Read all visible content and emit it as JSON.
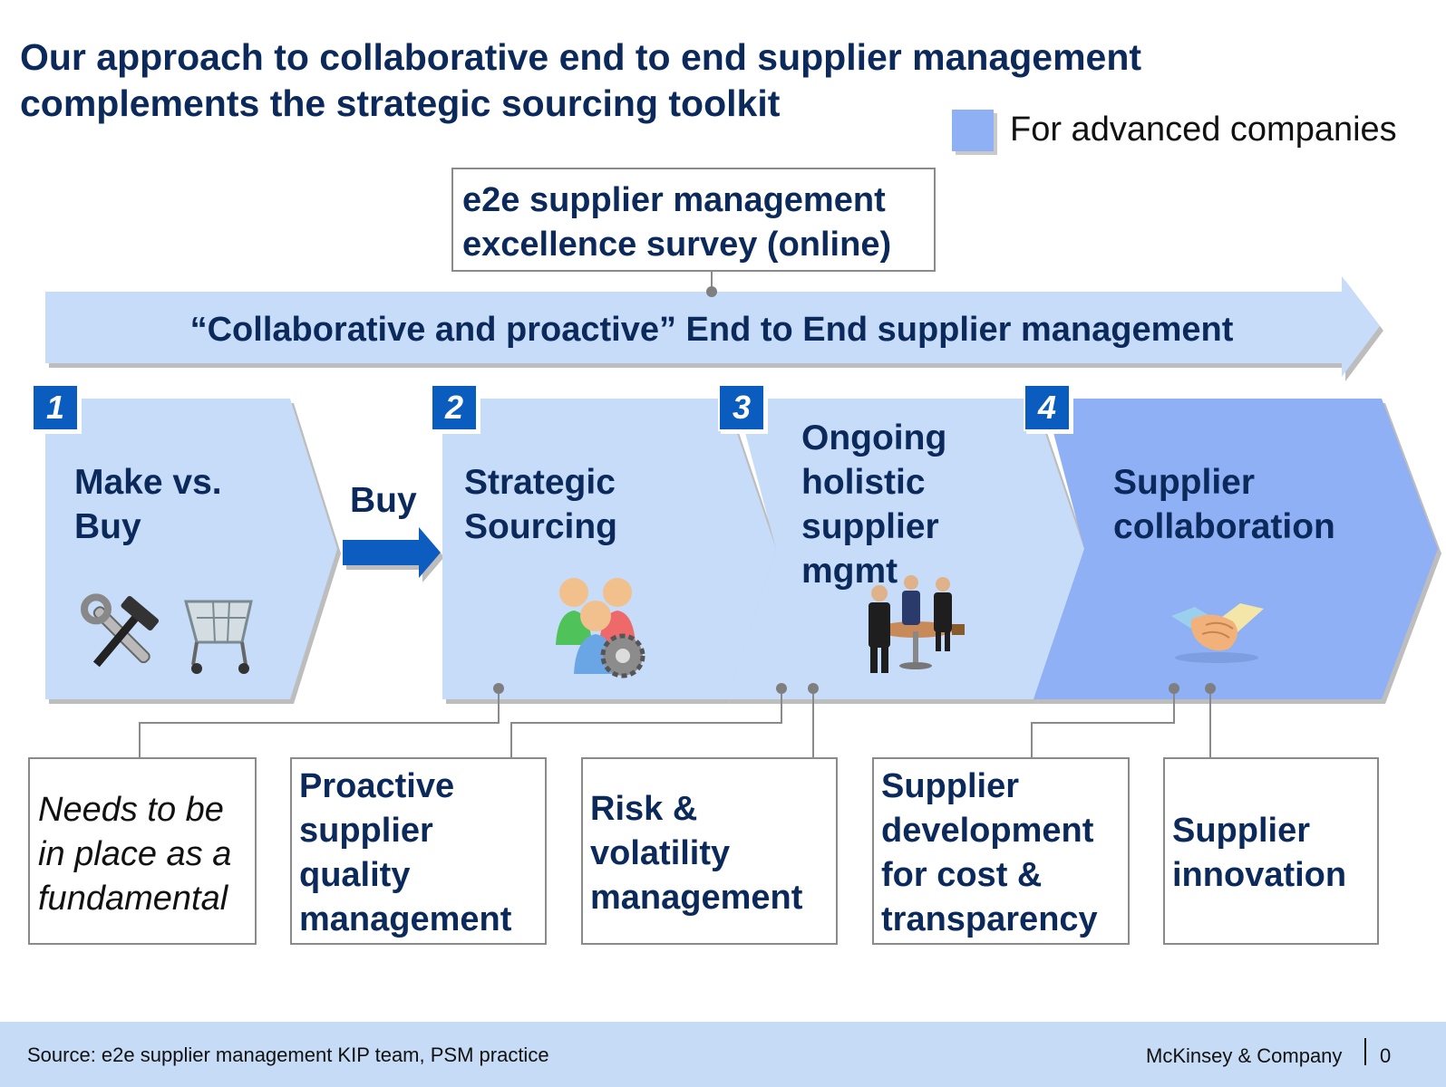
{
  "title": "Our approach to collaborative end to end supplier management complements the strategic sourcing toolkit",
  "legend": {
    "label": "For advanced companies",
    "color": "#8fb0f5"
  },
  "survey": {
    "line1": "e2e supplier management",
    "line2": "excellence survey (online)"
  },
  "banner": {
    "label": "“Collaborative and proactive” End to End supplier management"
  },
  "buy_label": "Buy",
  "steps": [
    {
      "num": "1",
      "line1": "Make vs.",
      "line2": "Buy",
      "icon": "tools-and-cart-icon"
    },
    {
      "num": "2",
      "line1": "Strategic",
      "line2": "Sourcing",
      "icon": "people-gear-icon"
    },
    {
      "num": "3",
      "line1": "Ongoing",
      "line2": "holistic",
      "line3": "supplier",
      "line4": "mgmt",
      "icon": "business-meeting-icon"
    },
    {
      "num": "4",
      "line1": "Supplier",
      "line2": "collaboration",
      "icon": "handshake-icon"
    }
  ],
  "boxes": [
    {
      "lines": [
        "Needs to be",
        "in place as a",
        "fundamental"
      ]
    },
    {
      "lines": [
        "Proactive",
        "supplier",
        "quality",
        "management"
      ]
    },
    {
      "lines": [
        "Risk &",
        "volatility",
        "management"
      ]
    },
    {
      "lines": [
        "Supplier",
        "development",
        "for cost &",
        "transparency"
      ]
    },
    {
      "lines": [
        "Supplier",
        "innovation"
      ]
    }
  ],
  "footer": {
    "source": "Source: e2e supplier management KIP team, PSM practice",
    "company": "McKinsey & Company",
    "page": "0"
  },
  "colors": {
    "light_blue": "#c6dcf8",
    "advanced_blue": "#8fb0f5",
    "dark_navy": "#0b2a5b",
    "step_badge": "#0b5cbf"
  }
}
